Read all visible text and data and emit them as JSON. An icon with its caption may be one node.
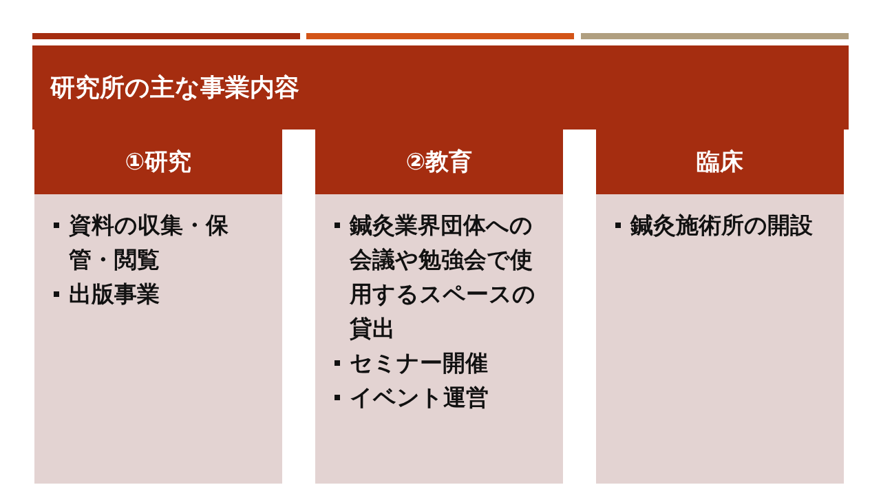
{
  "diagram": {
    "title": "研究所の主な事業内容",
    "nodes": [
      {
        "text": [
          "①研究"
        ]
      },
      {
        "text": [
          "資料の収集・保管・閲覧",
          "出版事業"
        ]
      },
      {
        "text": [
          "②教育"
        ]
      },
      {
        "text": [
          "鍼灸業界団体への会議や勉強会で使用するスペースの貸出",
          "セミナー開催",
          "イベント運営"
        ]
      },
      {
        "text": [
          "臨床"
        ]
      },
      {
        "text": [
          "鍼灸施術所の開設"
        ]
      }
    ]
  }
}
